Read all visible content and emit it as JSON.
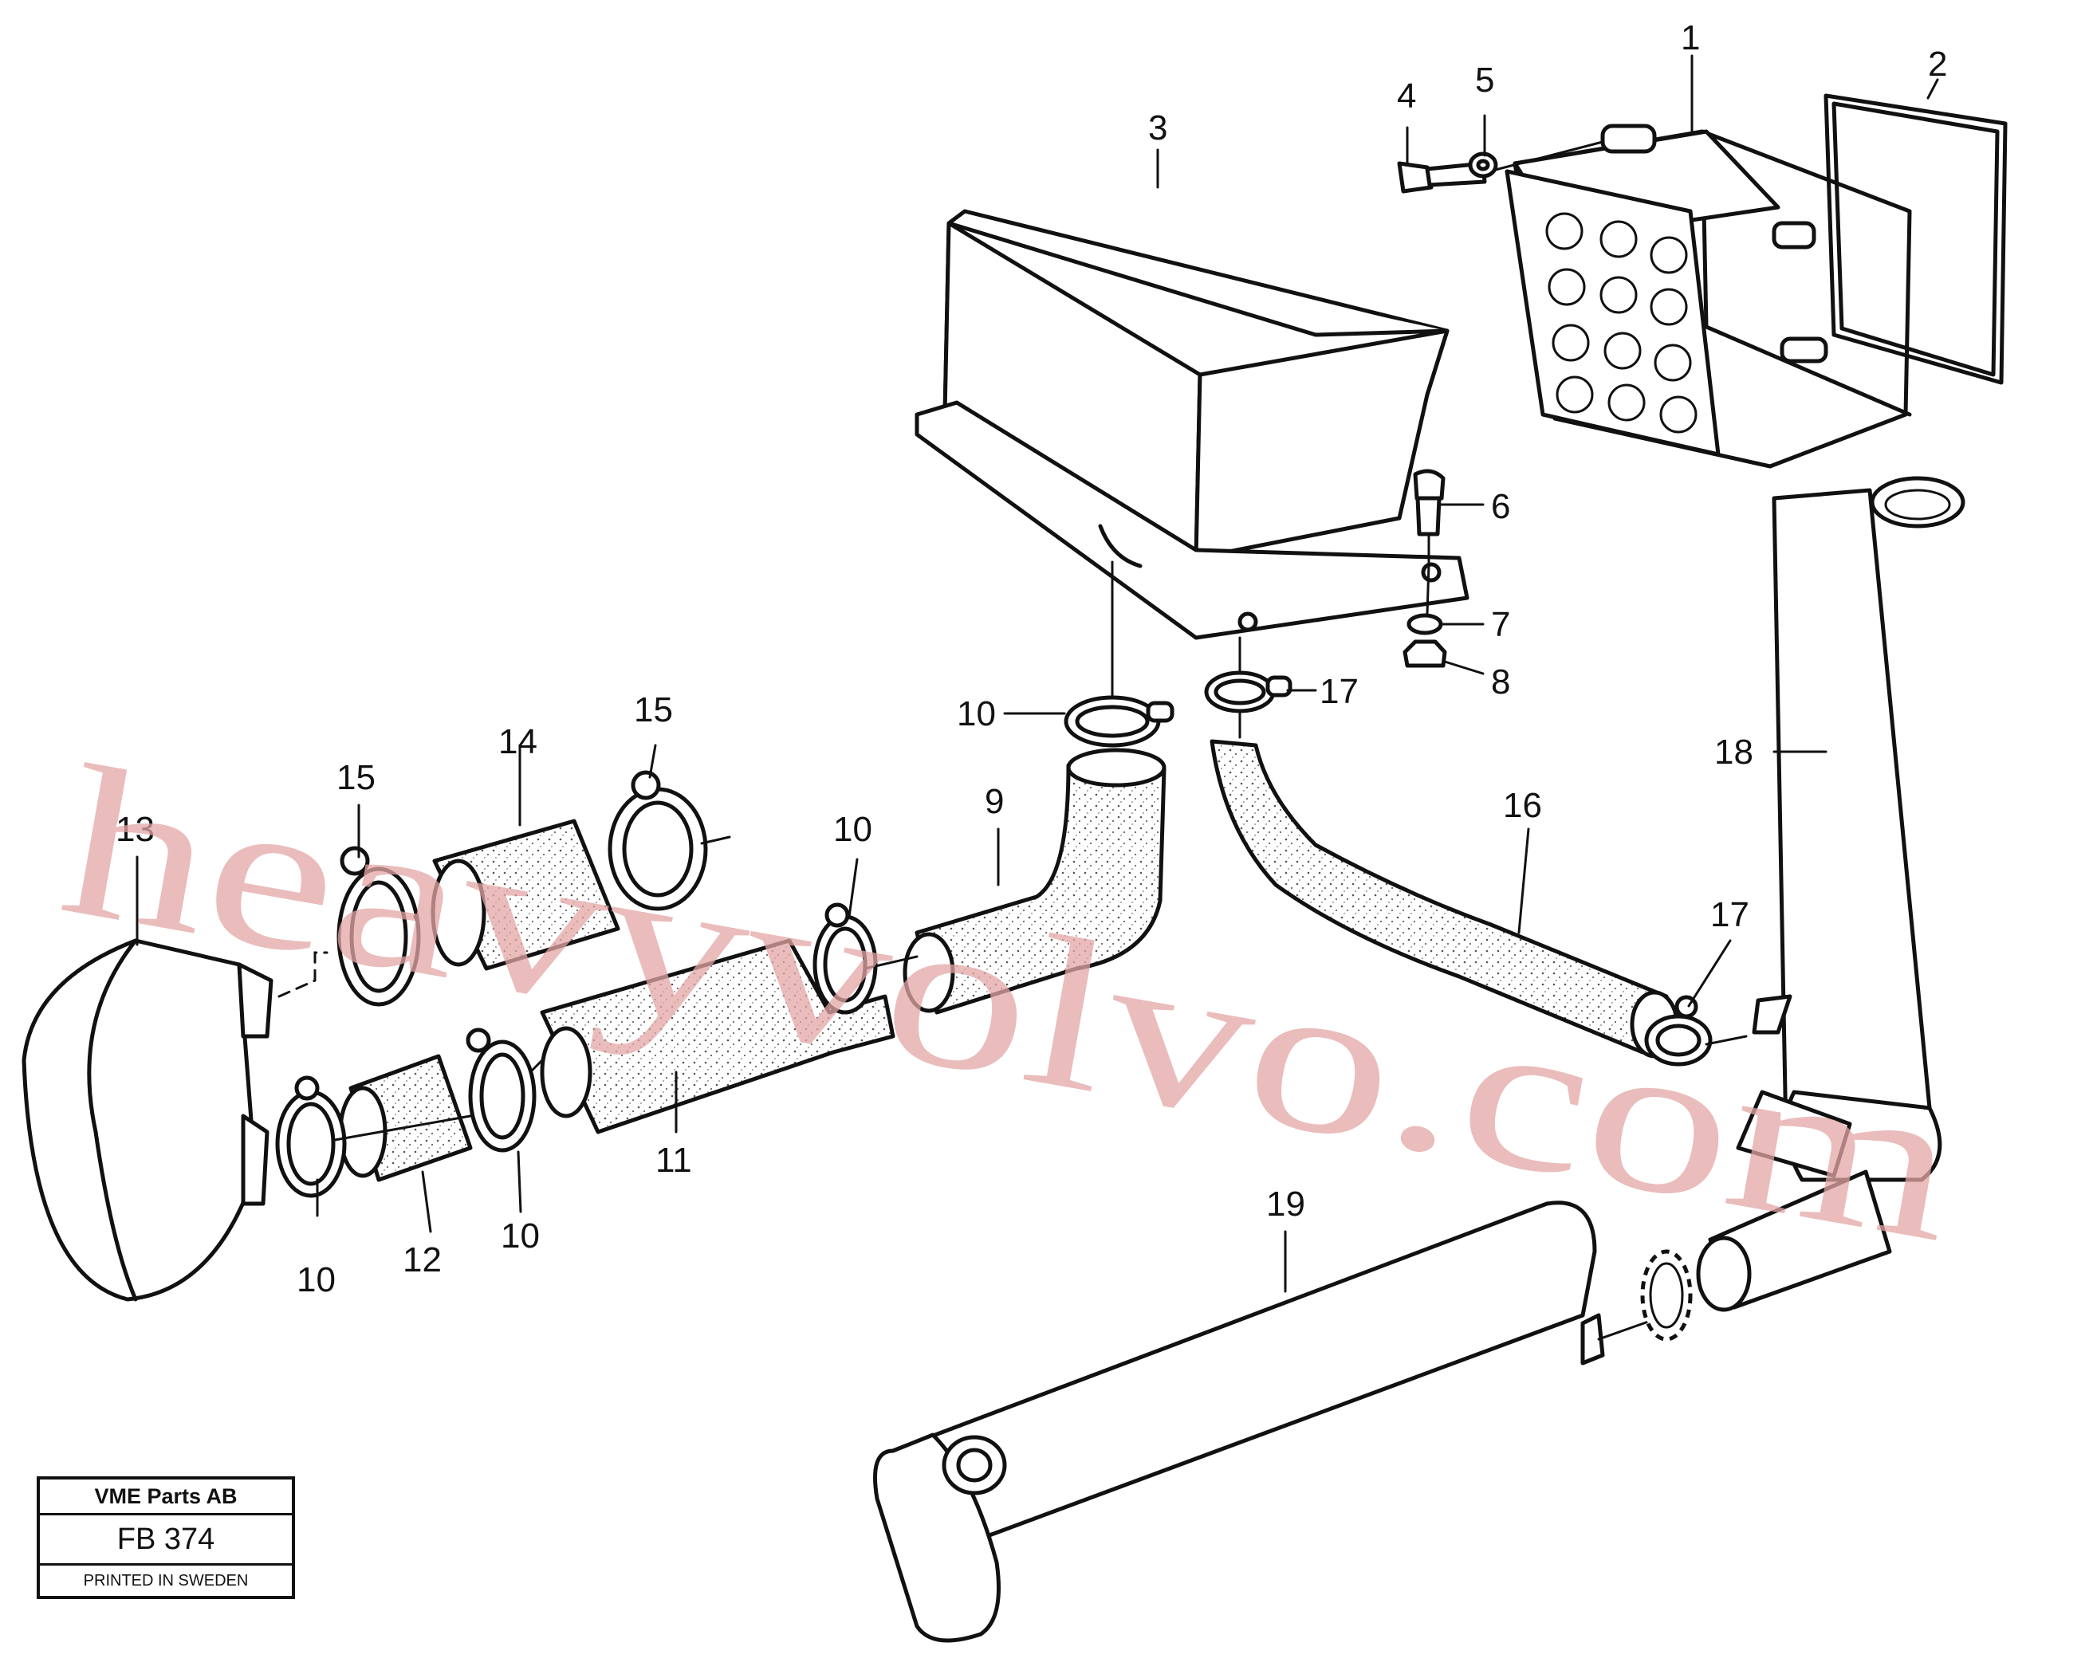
{
  "title_block": {
    "company": "VME Parts AB",
    "drawing_code": "FB 374",
    "printed": "PRINTED IN SWEDEN"
  },
  "watermark": "heavyvolvo.com",
  "callouts": [
    {
      "part": "1",
      "label": "1"
    },
    {
      "part": "2",
      "label": "2"
    },
    {
      "part": "3",
      "label": "3"
    },
    {
      "part": "4",
      "label": "4"
    },
    {
      "part": "5",
      "label": "5"
    },
    {
      "part": "6",
      "label": "6"
    },
    {
      "part": "7",
      "label": "7"
    },
    {
      "part": "8",
      "label": "8"
    },
    {
      "part": "9",
      "label": "9"
    },
    {
      "part": "10",
      "label": "10"
    },
    {
      "part": "17",
      "label": "17"
    },
    {
      "part": "15",
      "label": "15"
    },
    {
      "part": "14",
      "label": "14"
    },
    {
      "part": "15",
      "label": "15"
    },
    {
      "part": "13",
      "label": "13"
    },
    {
      "part": "10",
      "label": "10"
    },
    {
      "part": "16",
      "label": "16"
    },
    {
      "part": "18",
      "label": "18"
    },
    {
      "part": "17",
      "label": "17"
    },
    {
      "part": "11",
      "label": "11"
    },
    {
      "part": "10",
      "label": "10"
    },
    {
      "part": "12",
      "label": "12"
    },
    {
      "part": "10",
      "label": "10"
    },
    {
      "part": "19",
      "label": "19"
    }
  ]
}
